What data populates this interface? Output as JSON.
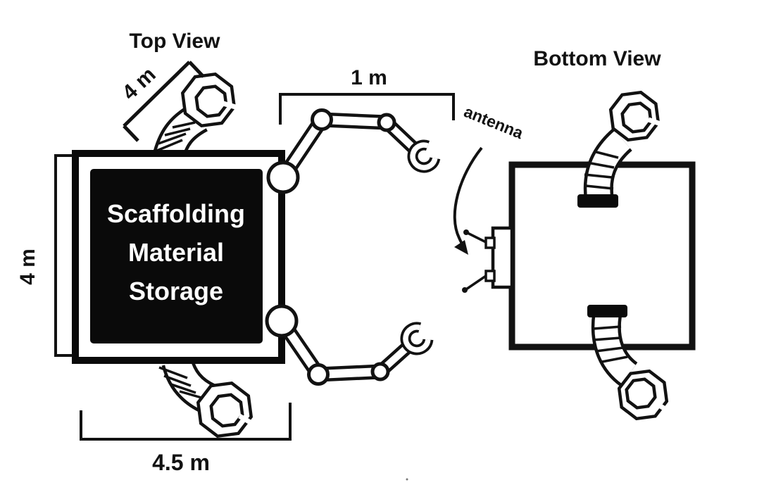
{
  "page": {
    "background": "#ffffff"
  },
  "colors": {
    "line": "#121212",
    "panel_fill": "#0a0a0a",
    "panel_text": "#ffffff",
    "background": "#ffffff"
  },
  "top_view": {
    "title": "Top View",
    "storage": {
      "line1": "Scaffolding",
      "line2": "Material",
      "line3": "Storage"
    },
    "dimensions": {
      "arm_diagonal": "4 m",
      "body_side": "4 m",
      "arm_reach": "1 m",
      "base_width": "4.5 m"
    }
  },
  "bottom_view": {
    "title": "Bottom View",
    "antenna_label": "antenna"
  }
}
